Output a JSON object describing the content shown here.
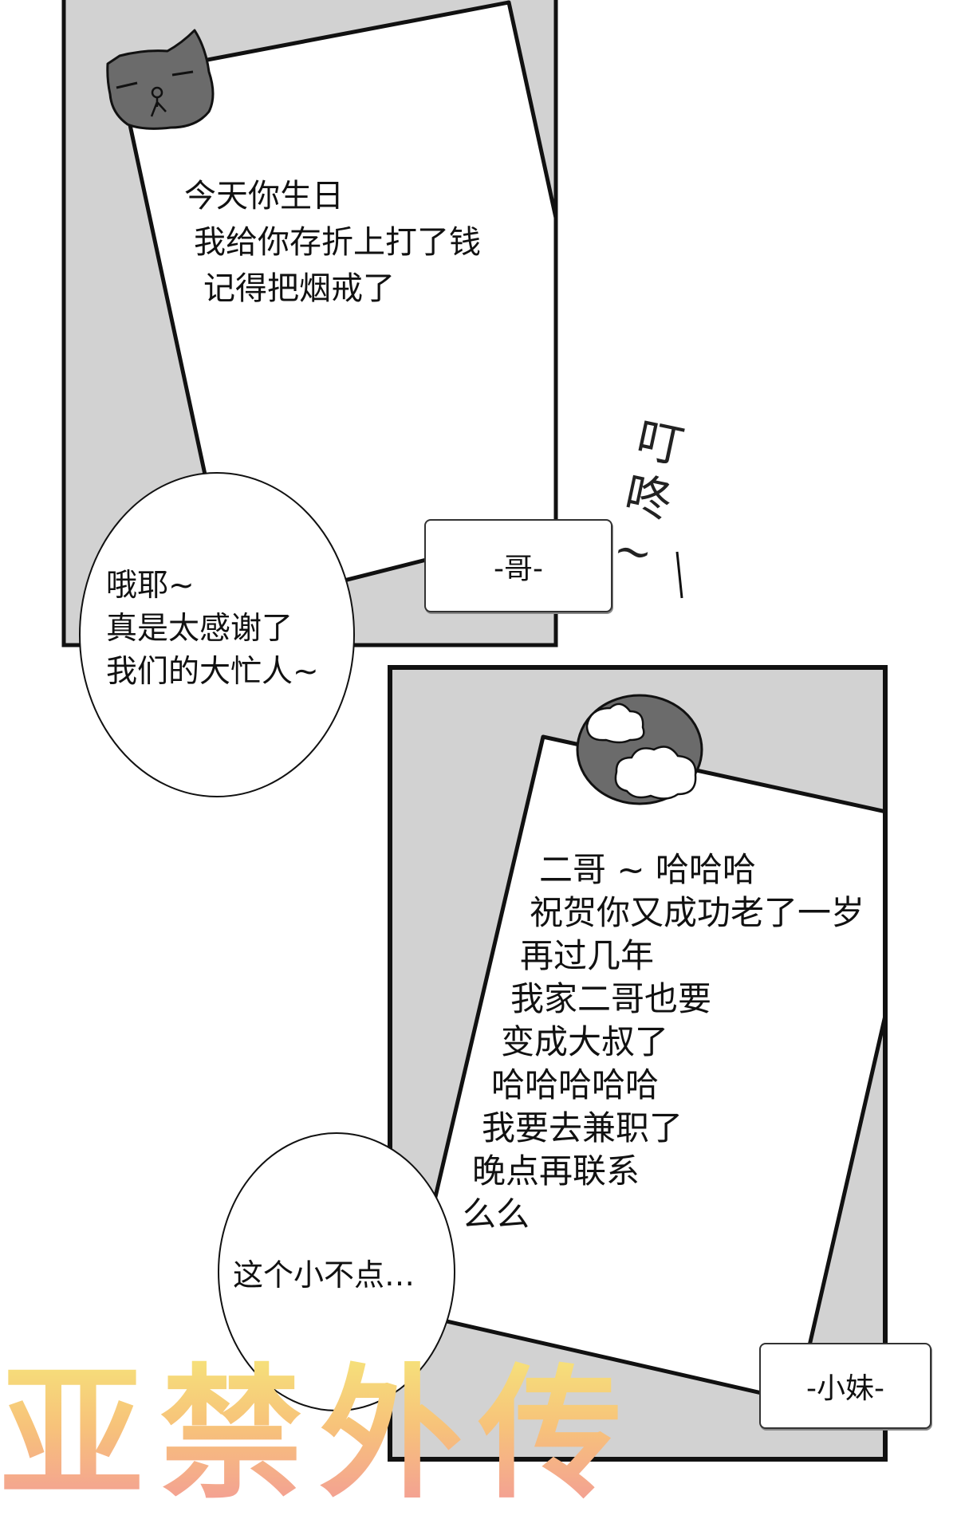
{
  "panel_1": {
    "note_lines": [
      "今天你生日",
      "我给你存折上打了钱",
      "记得把烟戒了"
    ],
    "speech_bubble_lines": [
      "哦耶~",
      "真是太感谢了",
      "我们的大忙人~"
    ],
    "signature_caption": "-哥-",
    "sound_effect": "叮咚~",
    "pin_icon": "cat-head-icon"
  },
  "panel_2": {
    "note_lines": [
      "二哥 ~ 哈哈哈",
      "祝贺你又成功老了一岁",
      "再过几年",
      "我家二哥也要",
      "变成大叔了",
      "哈哈哈哈哈",
      "我要去兼职了",
      "晚点再联系",
      "么么"
    ],
    "speech_bubble_text": "这个小不点…",
    "signature_caption": "-小妹-",
    "pin_icon": "globe-cloud-icon"
  },
  "watermark": "亚禁外传",
  "colors": {
    "panel_bg": "#d2d2d2",
    "pin_dark": "#6b6b6b",
    "outline": "#111111",
    "watermark_top": "#f6e27a",
    "watermark_bottom": "#f39a98"
  }
}
